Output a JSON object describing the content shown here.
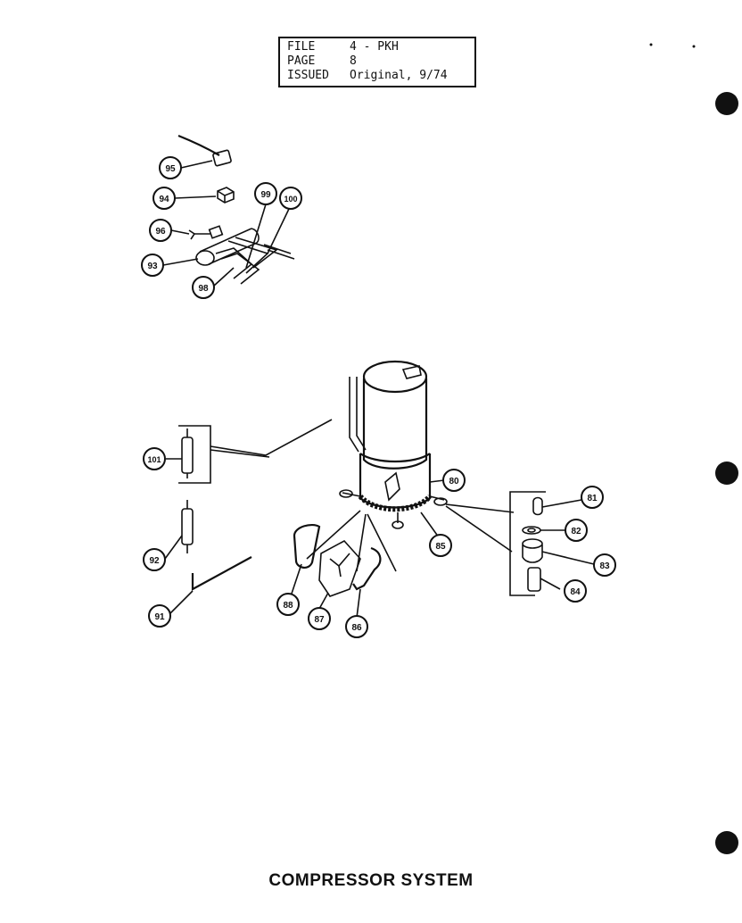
{
  "info": {
    "file_label": "FILE",
    "file_value": "4 - PKH",
    "page_label": "PAGE",
    "page_value": "8",
    "issued_label": "ISSUED",
    "issued_value": "Original, 9/74"
  },
  "caption": "COMPRESSOR SYSTEM",
  "callouts": {
    "c95a": "95",
    "c94": "94",
    "c96a": "96",
    "c93": "93",
    "c98": "98",
    "c99": "99",
    "c100": "100",
    "c101": "101",
    "c92a": "92",
    "c91a": "91",
    "c88": "88",
    "c87": "87",
    "c86": "86",
    "c85": "85",
    "c80": "80",
    "c81": "81",
    "c82b": "82",
    "c83": "83",
    "c84": "84"
  }
}
